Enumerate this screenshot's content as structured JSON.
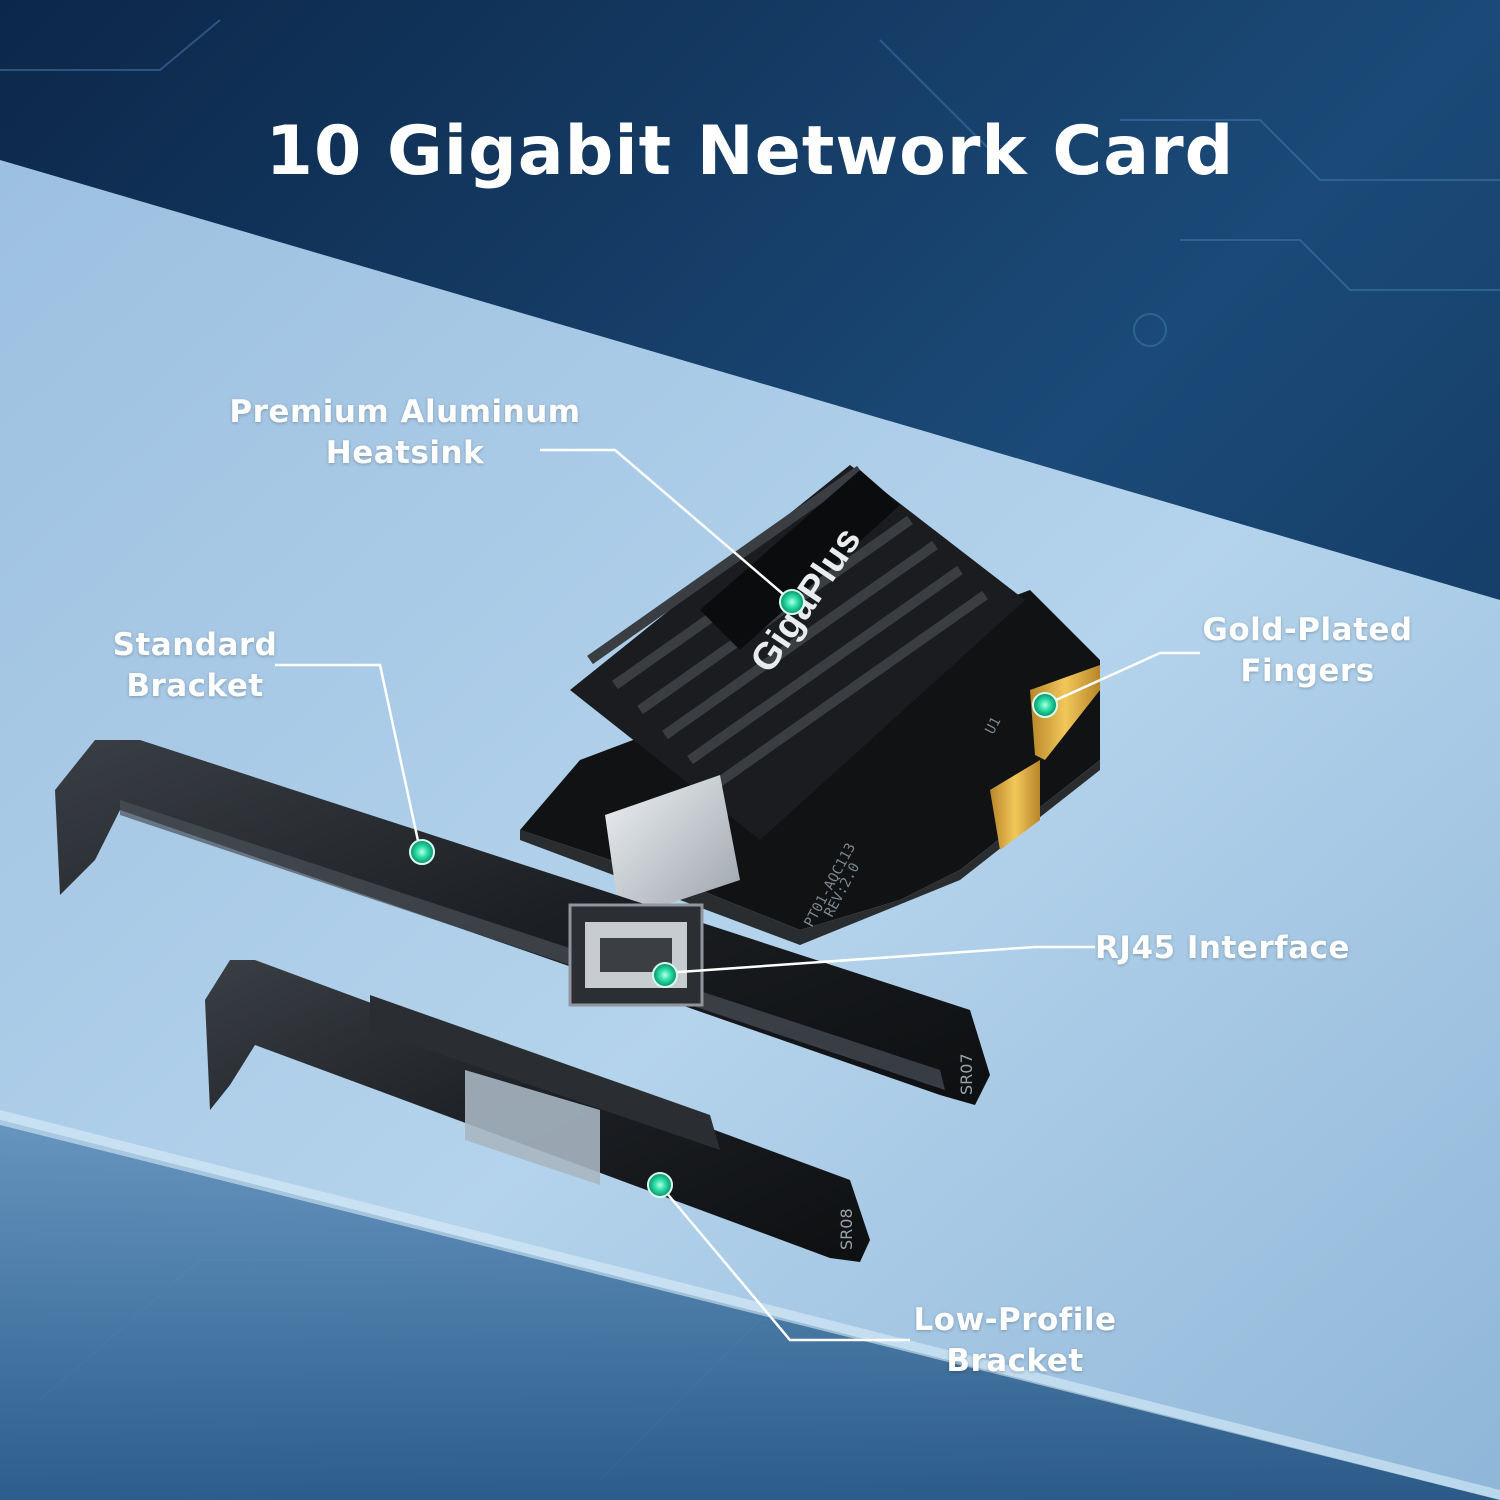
{
  "title": "10 Gigabit Network Card",
  "brand_logo": "GigaPlus",
  "callouts": {
    "heatsink": {
      "line1": "Premium Aluminum",
      "line2": "Heatsink"
    },
    "standard_bracket": {
      "line1": "Standard",
      "line2": "Bracket"
    },
    "gold_fingers": {
      "line1": "Gold-Plated",
      "line2": "Fingers"
    },
    "rj45": {
      "line1": "RJ45 Interface"
    },
    "low_profile_bracket": {
      "line1": "Low-Profile",
      "line2": "Bracket"
    }
  },
  "pcb_markings": {
    "model": "PT01-AQC113",
    "revision": "REV:2.0",
    "bracket_std_code": "SR07",
    "bracket_lp_code": "SR08",
    "chip_ref": "U1"
  },
  "colors": {
    "background_dark": "#0f2f55",
    "surface_light": "#a8cbe6",
    "callout_dot": "#2de0a8",
    "text": "#ffffff"
  }
}
